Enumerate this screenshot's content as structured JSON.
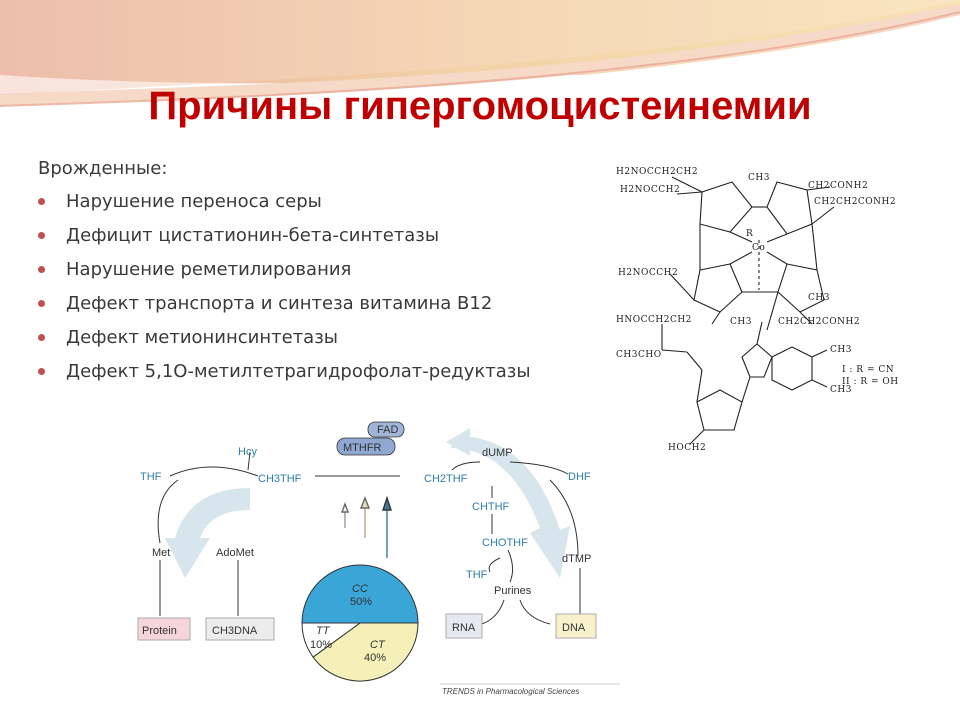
{
  "slide": {
    "title": "Причины гипергомоцистеинемии",
    "intro": "Врожденные:",
    "bullets": [
      "Нарушение переноса серы",
      " Дефицит цистатионин-бета-синтетазы",
      "Нарушение реметилирования",
      "Дефект транспорта и синтеза  витамина B12",
      "Дефект метионинсинтетазы",
      "Дефект 5,1О-метилтетрагидрофолат-редуктазы"
    ]
  },
  "molecule": {
    "labels": {
      "a": "H2NOCCH2CH2",
      "b": "H2NOCCH2",
      "c": "CH3",
      "d": "CH2CONH2",
      "e": "CH2CH2CONH2",
      "f": "H2NOCCH2",
      "g": "CH3",
      "h": "HNOCCH2CH2",
      "i": "CH2CH2CONH2",
      "j": "CH3",
      "k": "CH3CHO",
      "l": "R",
      "m": "Co",
      "n": "HOCH2",
      "o": "CH3",
      "p": "CH3"
    },
    "legend": [
      "I : R = CN",
      "II : R = OH"
    ]
  },
  "diagram": {
    "fad": "FAD",
    "mthfr": "MTHFR",
    "hcy": "Hcy",
    "thf_left": "THF",
    "ch3thf": "CH3THF",
    "met": "Met",
    "adomet": "AdoMet",
    "protein": "Protein",
    "ch3dna": "CH3DNA",
    "dump": "dUMP",
    "ch2thf": "CH2THF",
    "dhf": "DHF",
    "chthf": "CHTHF",
    "chothf": "CHOTHF",
    "thf_right": "THF",
    "dtmp": "dTMP",
    "purines": "Purines",
    "rna": "RNA",
    "dna": "DNA",
    "pie": {
      "slices": [
        {
          "label": "CC",
          "value": 50,
          "pct": "50%",
          "color": "#3aa6d8"
        },
        {
          "label": "CT",
          "value": 40,
          "pct": "40%",
          "color": "#f4f0b8"
        },
        {
          "label": "TT",
          "value": 10,
          "pct": "10%",
          "color": "#ffffff"
        }
      ]
    },
    "credit": "TRENDS in Pharmacological Sciences"
  }
}
